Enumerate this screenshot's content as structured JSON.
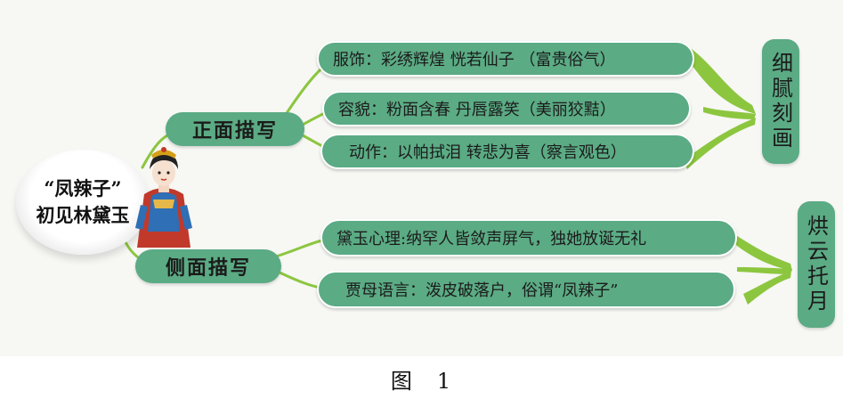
{
  "central_topic": {
    "line1": "“凤辣子”",
    "line2": "初见林黛玉"
  },
  "branches": [
    {
      "label": "正面描写",
      "items": [
        "服饰：彩绣辉煌 恍若仙子 （富贵俗气）",
        "容貌：粉面含春 丹唇露笑（美丽狡黠）",
        "动作：以帕拭泪 转悲为喜（察言观色）"
      ],
      "summary": "细腻刻画"
    },
    {
      "label": "侧面描写",
      "items": [
        "黛玉心理:纳罕人皆敛声屏气，独她放诞无礼",
        "贾母语言：泼皮破落户，俗谓“凤辣子”"
      ],
      "summary": "烘云托月"
    }
  ],
  "caption": "图　1",
  "colors": {
    "node_fill": "#5bab84",
    "line": "#8cc63f",
    "background": "#f7f7f4"
  },
  "icons": {
    "figure": "wang-xifeng-illustration"
  }
}
